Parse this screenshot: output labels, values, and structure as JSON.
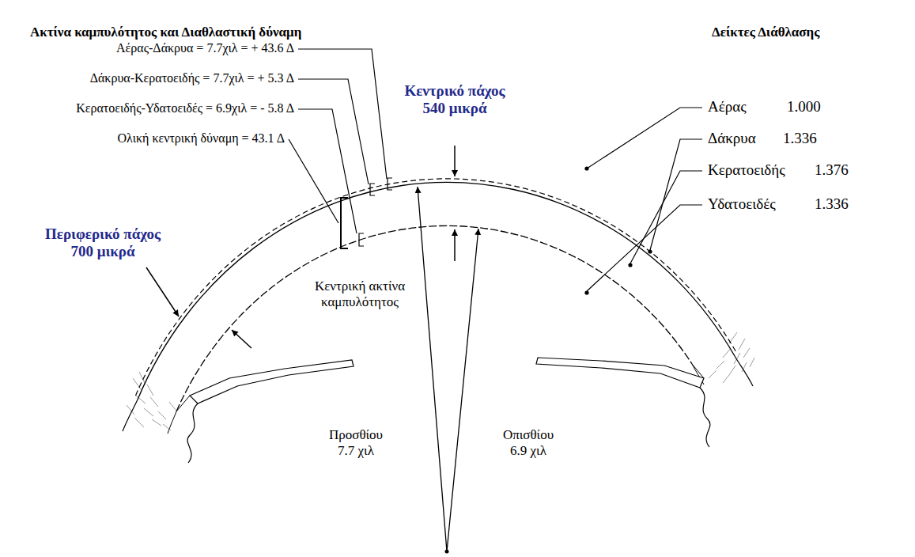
{
  "diagram": {
    "labels": [
      "Ακτίνα καμπυλότητος και Διαθλαστική δύναμη",
      "Δείκτες Διάθλασης",
      "Αέρας-Δάκρυα = 7.7χιλ = + 43.6 Δ",
      "Δάκρυα-Κερατοειδής = 7.7χιλ = + 5.3 Δ",
      "Κερατοειδής-Υδατοειδές = 6.9χιλ = - 5.8 Δ",
      "Ολική κεντρική δύναμη = 43.1 Δ",
      "Κεντρικό πάχος 540 μικρά",
      "Περιφερικό πάχος 700 μικρά",
      "Κεντρική ακτίνα καμπυλότητος",
      "Προσθίου 7.7 χιλ",
      "Οπισθίου 6.9 χιλ",
      "Αέρας",
      "1.000",
      "Δάκρυα",
      "1.336",
      "Κερατοειδής",
      "1.376",
      "Υδατοειδές",
      "1.336"
    ]
  }
}
